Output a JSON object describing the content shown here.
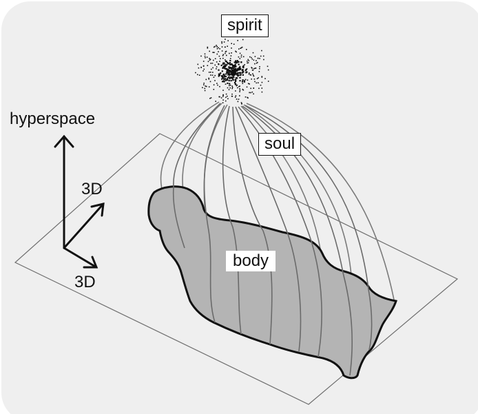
{
  "labels": {
    "spirit": "spirit",
    "soul": "soul",
    "body": "body",
    "hyperspace": "hyperspace",
    "axis_3d_diagonal": "3D",
    "axis_3d_horizontal": "3D"
  },
  "colors": {
    "panel_background": "#efefef",
    "body_fill": "#b4b4b4",
    "outline": "#111111",
    "strands": "#7a7a7a",
    "plane": "#6f6f6f"
  }
}
